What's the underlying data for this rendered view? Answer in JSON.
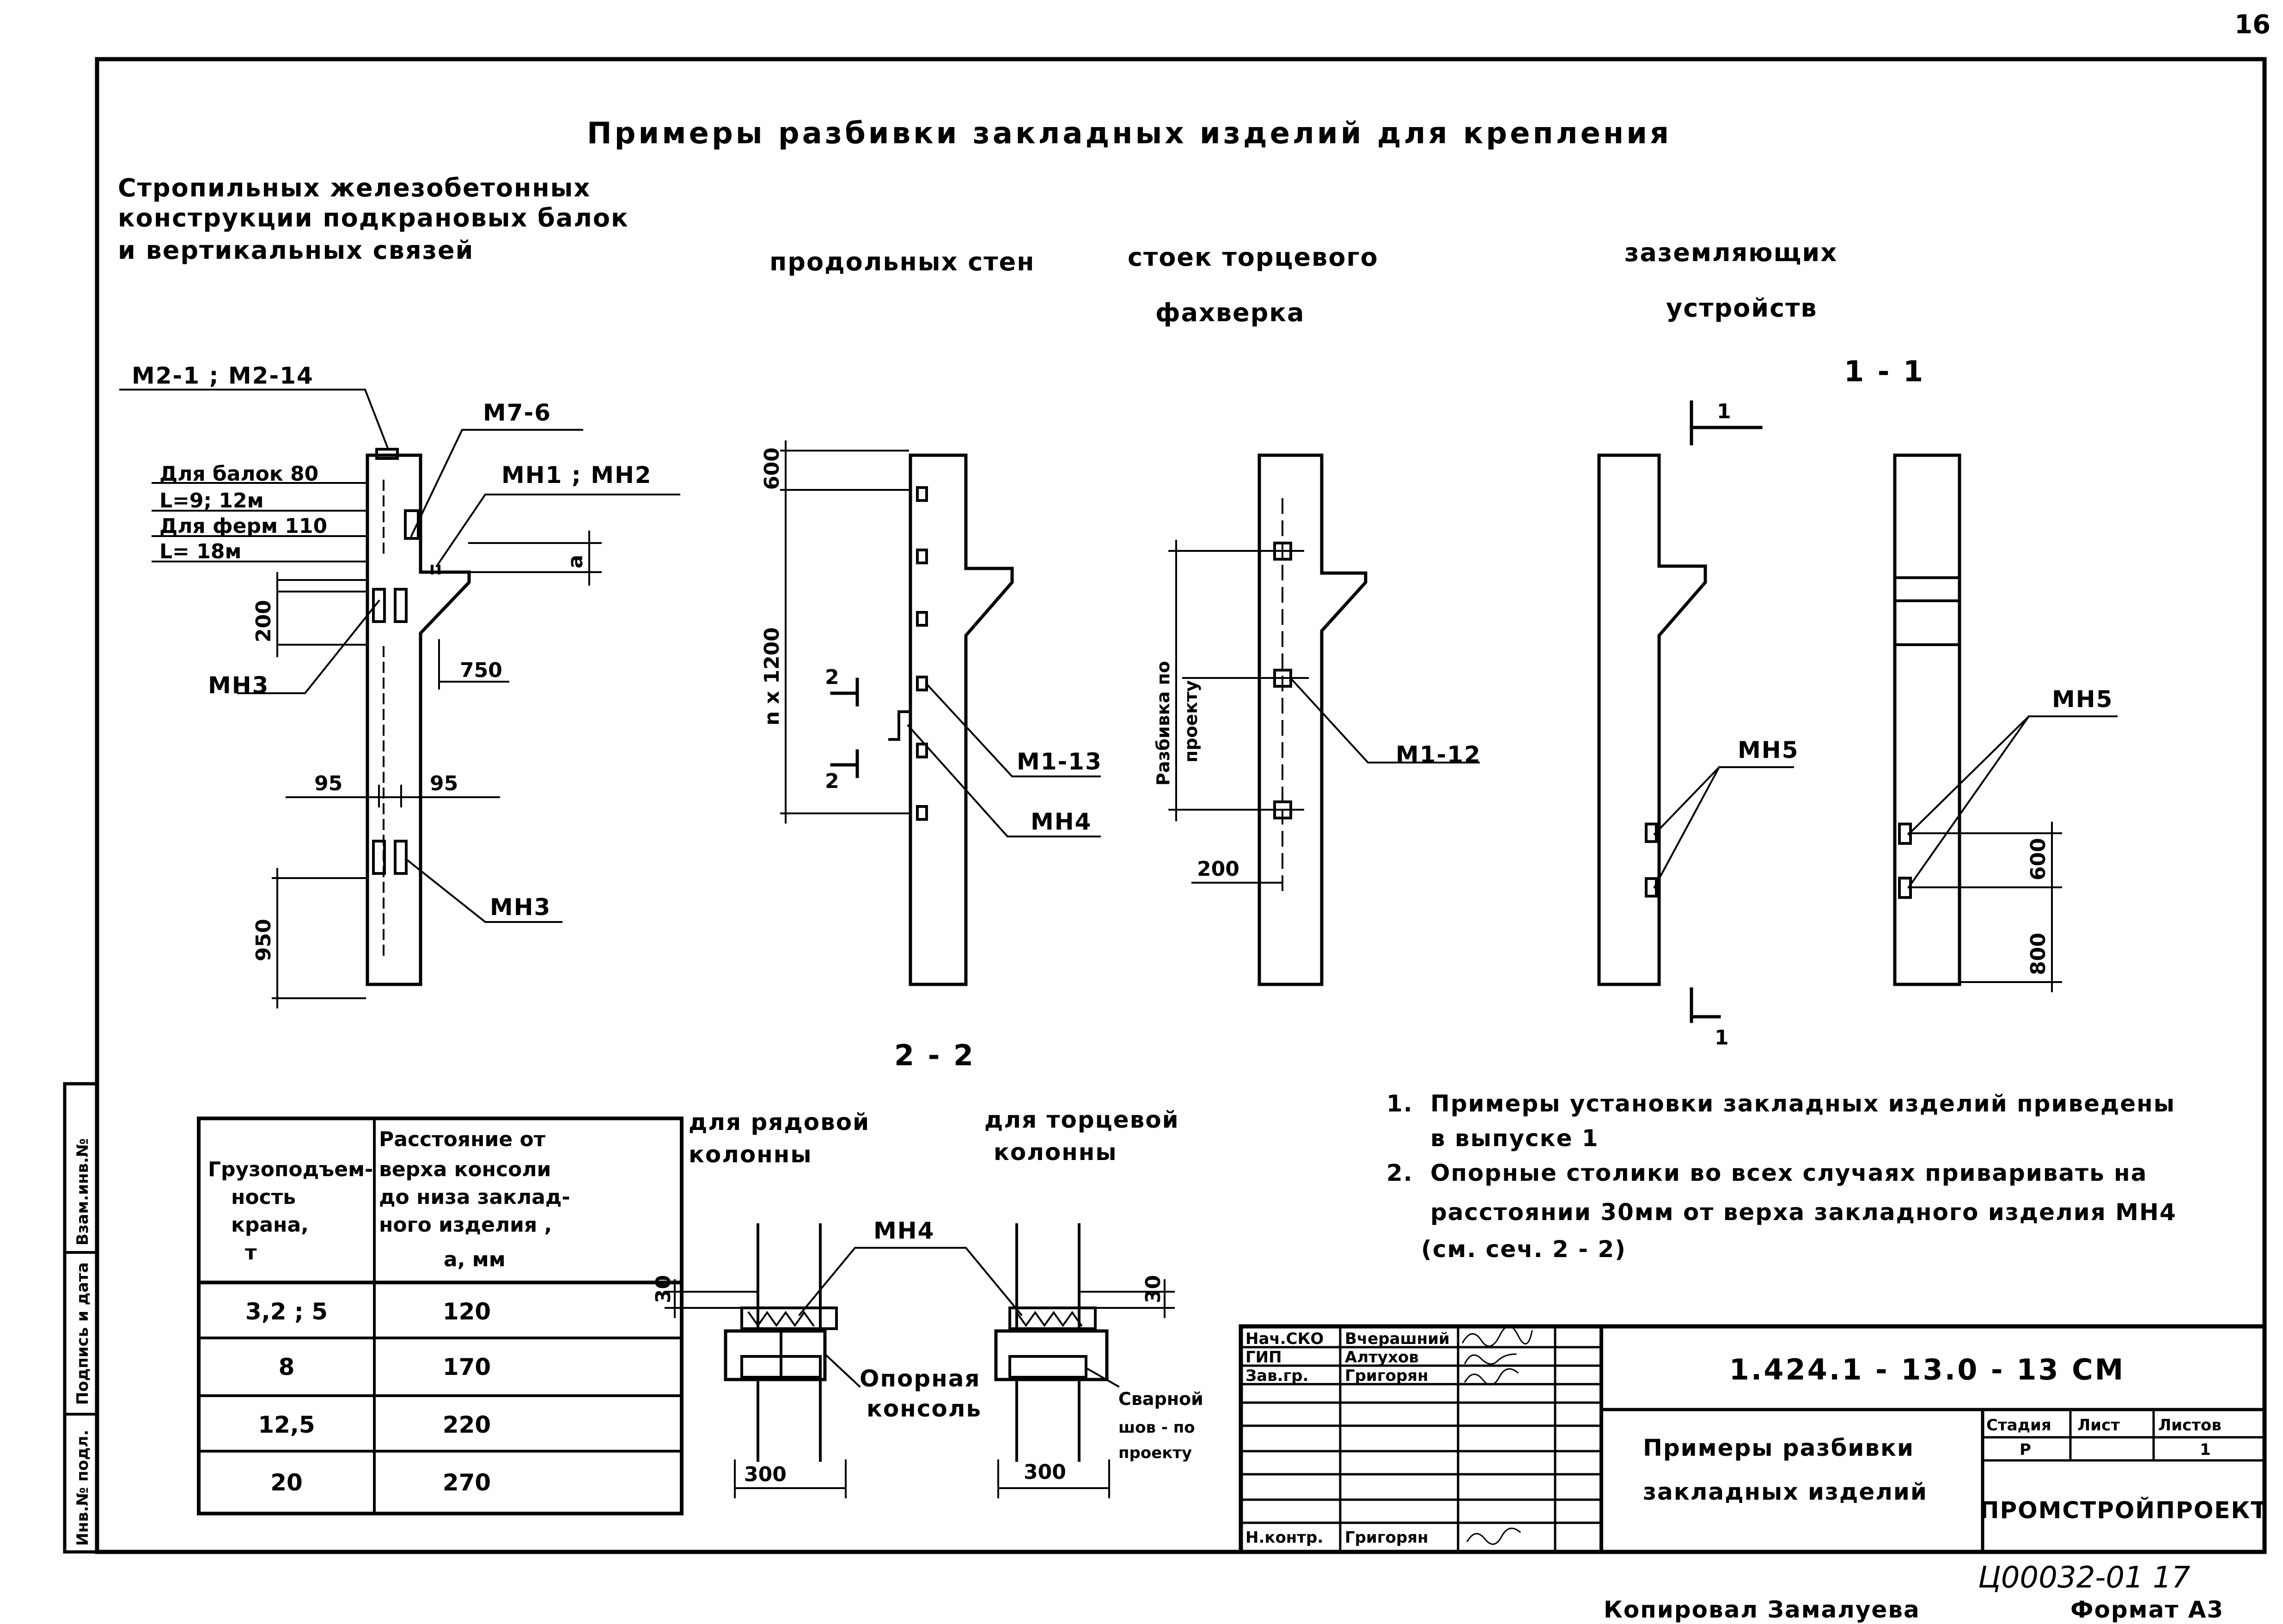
{
  "page_number": "16",
  "title": "Примеры разбивки закладных изделий для крепления",
  "sections": {
    "rafter": [
      "Стропильных железобетонных",
      "конструкции подкрановых балок",
      "и вертикальных связей"
    ],
    "long_walls": "продольных стен",
    "end_posts": [
      "стоек торцевого",
      "фахверка"
    ],
    "grounding": [
      "заземляющих",
      "устройств"
    ],
    "section_1_1": "1 - 1",
    "section_2_2": "2 - 2"
  },
  "diagram1": {
    "label_m2": "М2-1 ; М2-14",
    "label_m7": "М7-6",
    "label_mn1": "МН1 ; МН2",
    "beams_line1": "Для балок 80",
    "beams_line2": "L=9; 12м",
    "trusses_line1": "Для ферм 110",
    "trusses_line2": "L= 18м",
    "dim_200": "200",
    "dim_750": "750",
    "dim_95_left": "95",
    "dim_95_right": "95",
    "dim_950": "950",
    "dim_a": "a",
    "label_mn3_top": "МН3",
    "label_mn3_bottom": "МН3"
  },
  "diagram2": {
    "dim_600": "600",
    "dim_n1200": "n x 1200",
    "cut_2_top": "2",
    "cut_2_bottom": "2",
    "label_m1_13": "М1-13",
    "label_mn4": "МН4"
  },
  "diagram3": {
    "dim_vertical": [
      "Разбивка по",
      "проекту"
    ],
    "dim_200": "200",
    "label_m1_12": "М1-12"
  },
  "diagram4": {
    "cut_1_top": "1",
    "cut_1_bottom": "1",
    "label_mn5_a": "МН5",
    "label_mn5_b": "МН5",
    "dim_600": "600",
    "dim_800": "800"
  },
  "crane_table": {
    "headers": [
      [
        "Грузоподъем-",
        "ность",
        "крана,",
        "т"
      ],
      [
        "Расстояние от",
        "верха консоли",
        "до низа заклад-",
        "ного изделия ,",
        "a, мм"
      ]
    ],
    "rows": [
      [
        "3,2 ; 5",
        "120"
      ],
      [
        "8",
        "170"
      ],
      [
        "12,5",
        "220"
      ],
      [
        "20",
        "270"
      ]
    ]
  },
  "section22": {
    "row_column": [
      "для рядовой",
      "колонны"
    ],
    "end_column": [
      "для торцевой",
      "колонны"
    ],
    "label_mn4": "МН4",
    "dim_30_left": "30",
    "dim_30_right": "30",
    "support": [
      "Опорная",
      "консоль"
    ],
    "weld": [
      "Сварной",
      "шов - по",
      "проекту"
    ],
    "dim_300_left": "300",
    "dim_300_right": "300"
  },
  "notes": [
    {
      "num": "1.",
      "lines": [
        "Примеры установки закладных изделий приведены",
        "в выпуске 1"
      ]
    },
    {
      "num": "2.",
      "lines": [
        "Опорные столики во всех случаях приваривать на",
        "расстоянии 30мм от верха закладного изделия МН4",
        "(см. сеч. 2 - 2)"
      ]
    }
  ],
  "left_strip": [
    "Взам.инв.№",
    "Подпись и дата",
    "Инв.№ подл."
  ],
  "title_block": {
    "people": [
      {
        "role": "Нач.СКО",
        "name": "Вчерашний"
      },
      {
        "role": "ГИП",
        "name": "Алтухов"
      },
      {
        "role": "Зав.гр.",
        "name": "Григорян"
      },
      {
        "role": "Н.контр.",
        "name": "Григорян"
      }
    ],
    "code": "1.424.1 - 13.0 - 13 СМ",
    "sheet_title": [
      "Примеры разбивки",
      "закладных изделий"
    ],
    "stage_hdr": "Стадия",
    "sheet_hdr": "Лист",
    "sheets_hdr": "Листов",
    "stage": "Р",
    "sheets": "1",
    "org": "ПРОМСТРОЙПРОЕКТ"
  },
  "footer": {
    "copied": "Копировал Замалуева",
    "inv": "Ц00032-01 17",
    "format": "Формат А3"
  }
}
